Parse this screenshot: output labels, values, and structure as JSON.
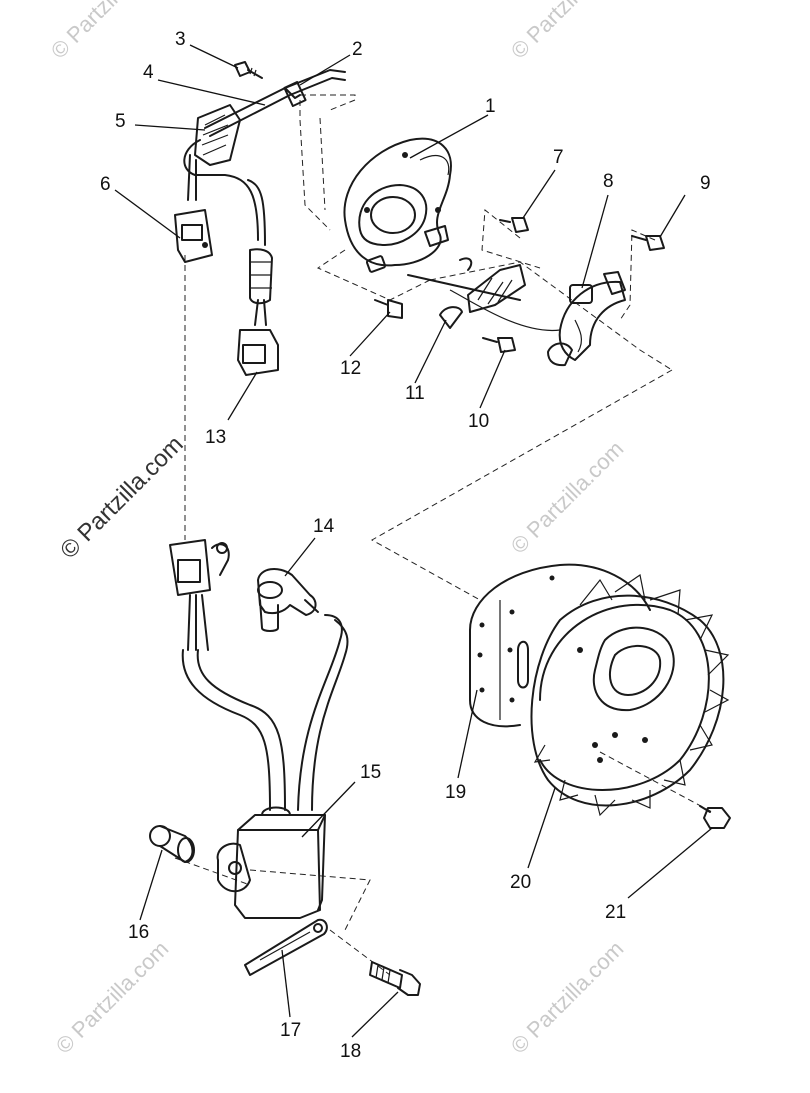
{
  "watermark": "© Partzilla.com",
  "callouts": [
    {
      "id": "1",
      "text": "1"
    },
    {
      "id": "2",
      "text": "2"
    },
    {
      "id": "3",
      "text": "3"
    },
    {
      "id": "4",
      "text": "4"
    },
    {
      "id": "5",
      "text": "5"
    },
    {
      "id": "6",
      "text": "6"
    },
    {
      "id": "7",
      "text": "7"
    },
    {
      "id": "8",
      "text": "8"
    },
    {
      "id": "9",
      "text": "9"
    },
    {
      "id": "10",
      "text": "10"
    },
    {
      "id": "11",
      "text": "11"
    },
    {
      "id": "12",
      "text": "12"
    },
    {
      "id": "13",
      "text": "13"
    },
    {
      "id": "14",
      "text": "14"
    },
    {
      "id": "15",
      "text": "15"
    },
    {
      "id": "16",
      "text": "16"
    },
    {
      "id": "17",
      "text": "17"
    },
    {
      "id": "18",
      "text": "18"
    },
    {
      "id": "19",
      "text": "19"
    },
    {
      "id": "20",
      "text": "20"
    },
    {
      "id": "21",
      "text": "21"
    }
  ]
}
